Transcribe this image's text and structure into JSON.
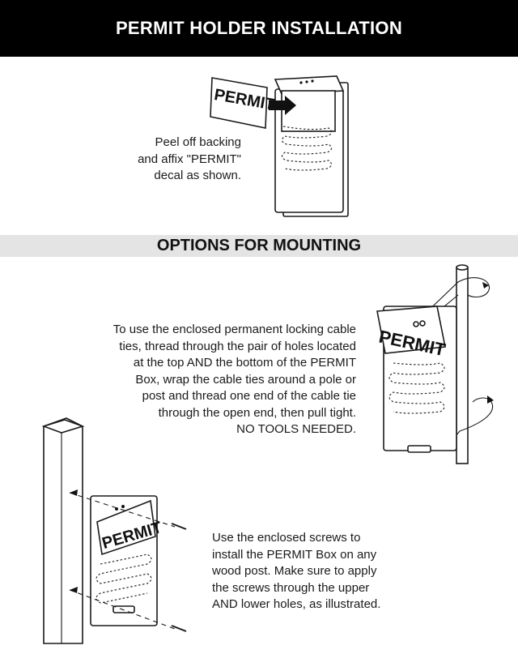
{
  "header": {
    "title": "PERMIT HOLDER INSTALLATION"
  },
  "section": {
    "title": "OPTIONS FOR MOUNTING"
  },
  "decal_instructions": {
    "lines": [
      "Peel off backing",
      "and affix \"PERMIT\"",
      "decal as shown."
    ]
  },
  "cable_tie_instructions": {
    "lines": [
      "To use the enclosed permanent locking cable",
      "ties, thread through the pair of holes located",
      "at the top AND the bottom of the PERMIT",
      "Box, wrap the cable ties around a pole or",
      "post and thread one end of the cable tie",
      "through the open end, then pull tight.",
      "NO TOOLS NEEDED."
    ]
  },
  "screw_instructions": {
    "lines": [
      "Use the enclosed screws to",
      "install the PERMIT Box on any",
      "wood post. Make sure to apply",
      "the screws through the upper",
      "AND lower holes, as illustrated."
    ]
  },
  "illustrations": {
    "decal_label": "PERMIT",
    "cable_box_label": "PERMIT",
    "screw_box_label": "PERMIT"
  }
}
